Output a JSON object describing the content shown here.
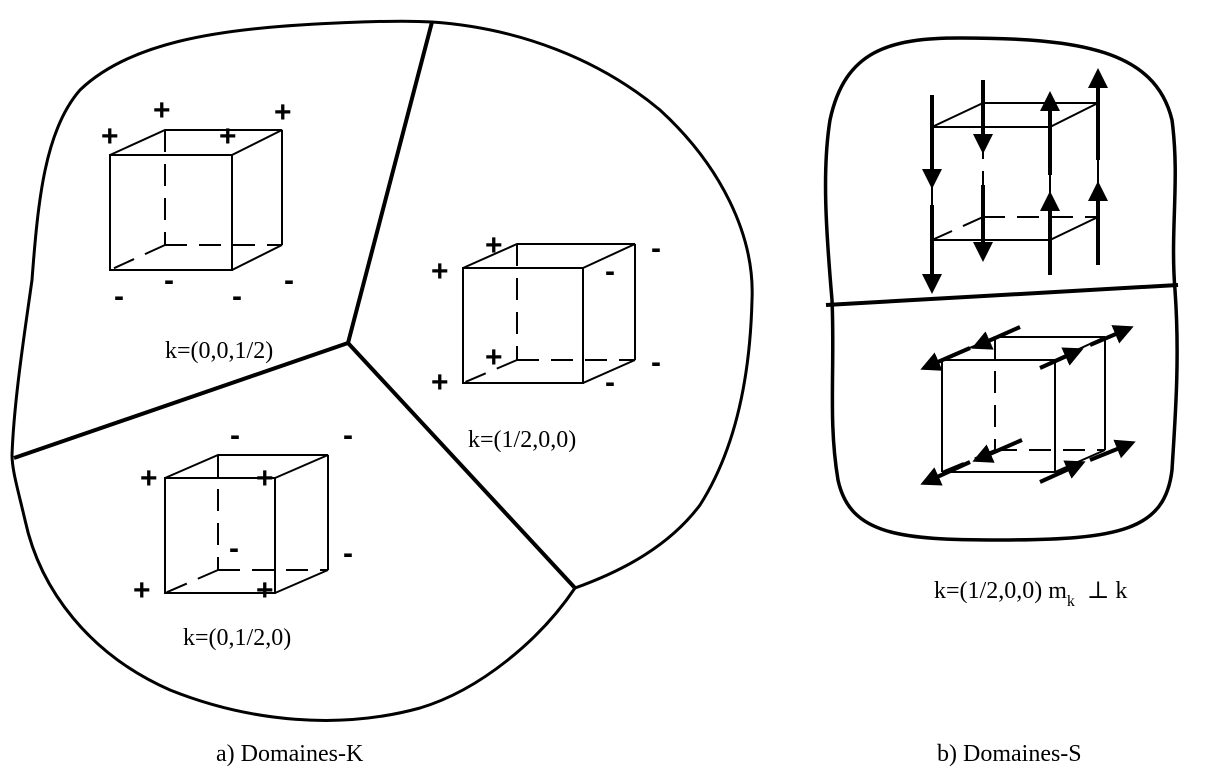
{
  "panel_a": {
    "caption": "a) Domaines-K",
    "domain_top_label": "k=(0,0,1/2)",
    "domain_right_label": "k=(1/2,0,0)",
    "domain_bottom_label": "k=(0,1/2,0)",
    "plus": "+",
    "minus": "-"
  },
  "panel_b": {
    "caption": "b) Domaines-S",
    "k_label": "k=(1/2,0,0) m",
    "k_sub": "k",
    "perp_tail": "⊥ k"
  }
}
